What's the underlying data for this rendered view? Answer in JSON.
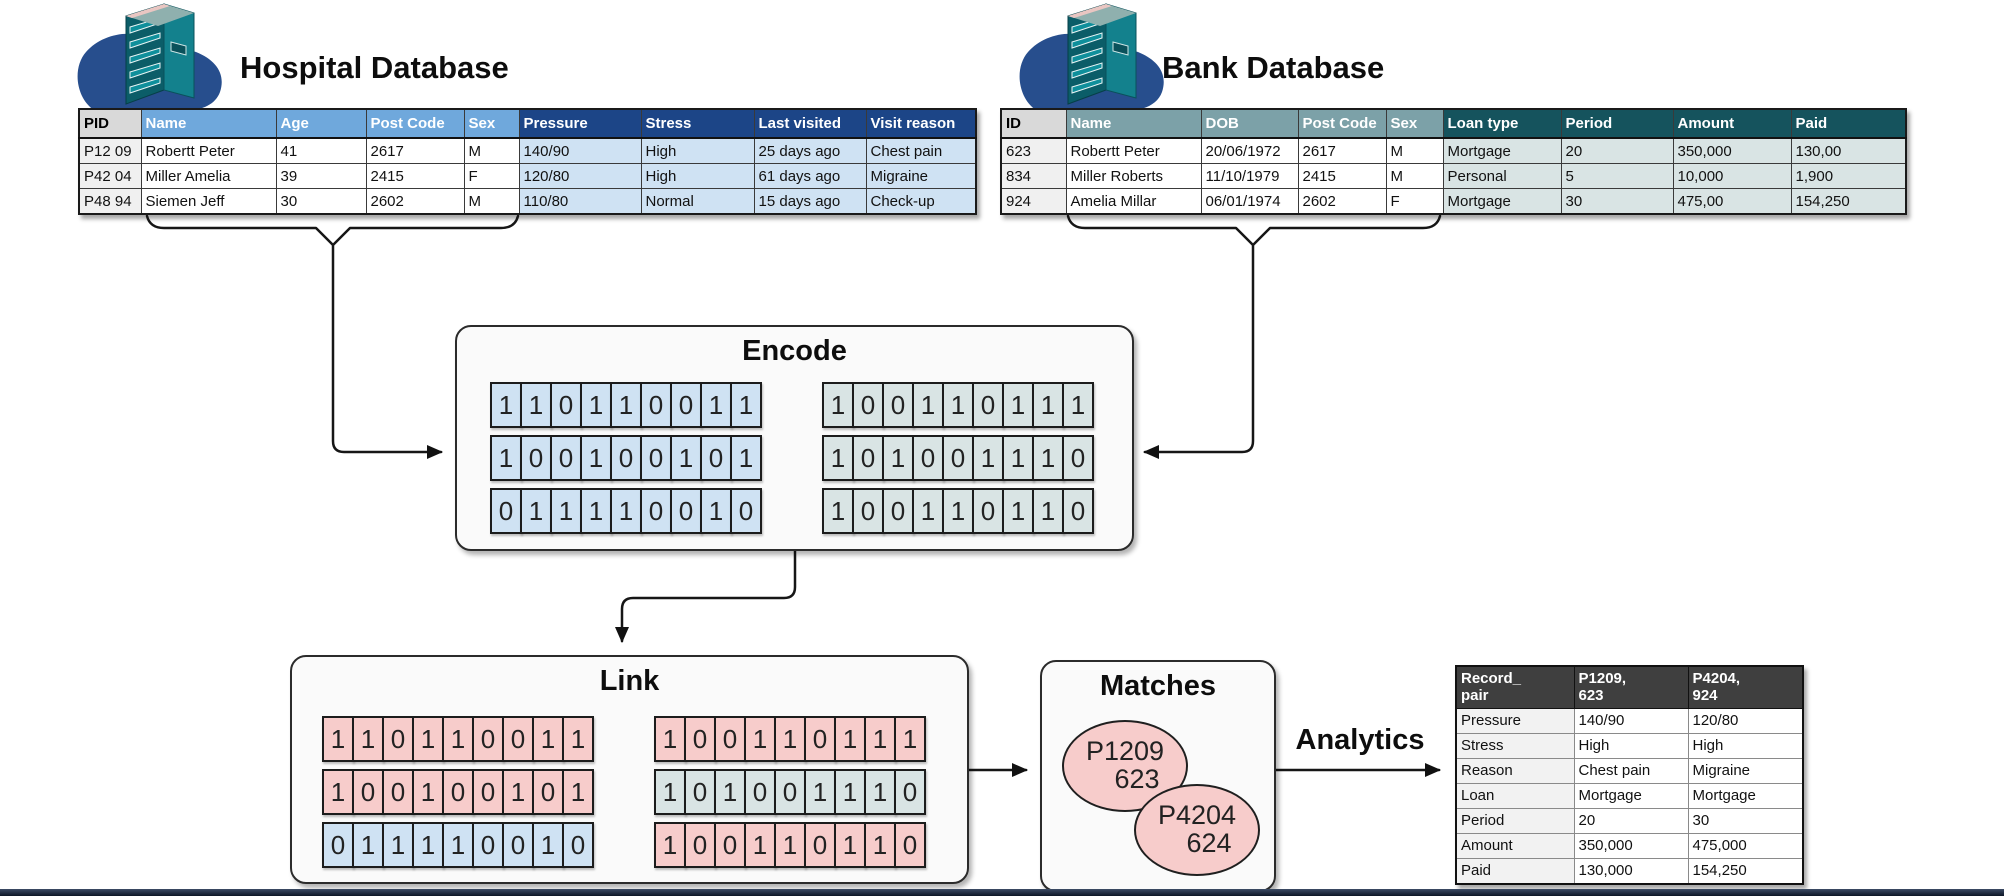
{
  "hospital": {
    "title": "Hospital Database",
    "columns": [
      "PID",
      "Name",
      "Age",
      "Post Code",
      "Sex",
      "Pressure",
      "Stress",
      "Last visited",
      "Visit reason"
    ],
    "rows": [
      [
        "P12 09",
        "Robertt Peter",
        "41",
        "2617",
        "M",
        "140/90",
        "High",
        "25 days ago",
        "Chest pain"
      ],
      [
        "P42 04",
        "Miller Amelia",
        "39",
        "2415",
        "F",
        "120/80",
        "High",
        "61 days ago",
        "Migraine"
      ],
      [
        "P48 94",
        "Siemen Jeff",
        "30",
        "2602",
        "M",
        "110/80",
        "Normal",
        "15 days ago",
        "Check-up"
      ]
    ]
  },
  "bank": {
    "title": "Bank Database",
    "columns": [
      "ID",
      "Name",
      "DOB",
      "Post Code",
      "Sex",
      "Loan type",
      "Period",
      "Amount",
      "Paid"
    ],
    "rows": [
      [
        "623",
        "Robertt Peter",
        "20/06/1972",
        "2617",
        "M",
        "Mortgage",
        "20",
        "350,000",
        "130,00"
      ],
      [
        "834",
        "Miller Roberts",
        "11/10/1979",
        "2415",
        "M",
        "Personal",
        "5",
        "10,000",
        "1,900"
      ],
      [
        "924",
        "Amelia Millar",
        "06/01/1974",
        "2602",
        "F",
        "Mortgage",
        "30",
        "475,00",
        "154,250"
      ]
    ]
  },
  "encode": {
    "title": "Encode",
    "left_matrix": [
      {
        "color": "blue",
        "bits": [
          "1",
          "1",
          "0",
          "1",
          "1",
          "0",
          "0",
          "1",
          "1"
        ]
      },
      {
        "color": "blue",
        "bits": [
          "1",
          "0",
          "0",
          "1",
          "0",
          "0",
          "1",
          "0",
          "1"
        ]
      },
      {
        "color": "blue",
        "bits": [
          "0",
          "1",
          "1",
          "1",
          "1",
          "0",
          "0",
          "1",
          "0"
        ]
      }
    ],
    "right_matrix": [
      {
        "color": "green",
        "bits": [
          "1",
          "0",
          "0",
          "1",
          "1",
          "0",
          "1",
          "1",
          "1"
        ]
      },
      {
        "color": "green",
        "bits": [
          "1",
          "0",
          "1",
          "0",
          "0",
          "1",
          "1",
          "1",
          "0"
        ]
      },
      {
        "color": "green",
        "bits": [
          "1",
          "0",
          "0",
          "1",
          "1",
          "0",
          "1",
          "1",
          "0"
        ]
      }
    ]
  },
  "link": {
    "title": "Link",
    "left_matrix": [
      {
        "color": "pink",
        "bits": [
          "1",
          "1",
          "0",
          "1",
          "1",
          "0",
          "0",
          "1",
          "1"
        ]
      },
      {
        "color": "pink",
        "bits": [
          "1",
          "0",
          "0",
          "1",
          "0",
          "0",
          "1",
          "0",
          "1"
        ]
      },
      {
        "color": "blue",
        "bits": [
          "0",
          "1",
          "1",
          "1",
          "1",
          "0",
          "0",
          "1",
          "0"
        ]
      }
    ],
    "right_matrix": [
      {
        "color": "pink",
        "bits": [
          "1",
          "0",
          "0",
          "1",
          "1",
          "0",
          "1",
          "1",
          "1"
        ]
      },
      {
        "color": "green",
        "bits": [
          "1",
          "0",
          "1",
          "0",
          "0",
          "1",
          "1",
          "1",
          "0"
        ]
      },
      {
        "color": "pink",
        "bits": [
          "1",
          "0",
          "0",
          "1",
          "1",
          "0",
          "1",
          "1",
          "0"
        ]
      }
    ]
  },
  "matches": {
    "title": "Matches",
    "pairs": [
      {
        "line1": "P1209",
        "line2": "623"
      },
      {
        "line1": "P4204",
        "line2": "624"
      }
    ]
  },
  "analytics": {
    "label": "Analytics",
    "table": {
      "columns": [
        [
          "Record_",
          "pair"
        ],
        [
          "P1209,",
          "623"
        ],
        [
          "P4204,",
          "924"
        ]
      ],
      "rows": [
        [
          "Pressure",
          "140/90",
          "120/80"
        ],
        [
          "Stress",
          "High",
          "High"
        ],
        [
          "Reason",
          "Chest pain",
          "Migraine"
        ],
        [
          "Loan",
          "Mortgage",
          "Mortgage"
        ],
        [
          "Period",
          "20",
          "30"
        ],
        [
          "Amount",
          "350,000",
          "475,000"
        ],
        [
          "Paid",
          "130,000",
          "154,250"
        ]
      ]
    }
  },
  "colors": {
    "head_gray": "#D9D9D9",
    "cell_gray": "#F0F0F0",
    "hosp_head_mid": "#6FA8DC",
    "hosp_head_dark": "#1C4587",
    "hosp_cell_blue": "#CFE2F3",
    "bank_head_mid": "#7CA1A8",
    "bank_head_dark": "#15535D",
    "bank_cell_teal": "#D9E4E4",
    "pink": "#F7CCCB",
    "analytics_head": "#3F3F3F",
    "server_teal": "#13818D",
    "server_blob_blue": "#274E8D"
  }
}
